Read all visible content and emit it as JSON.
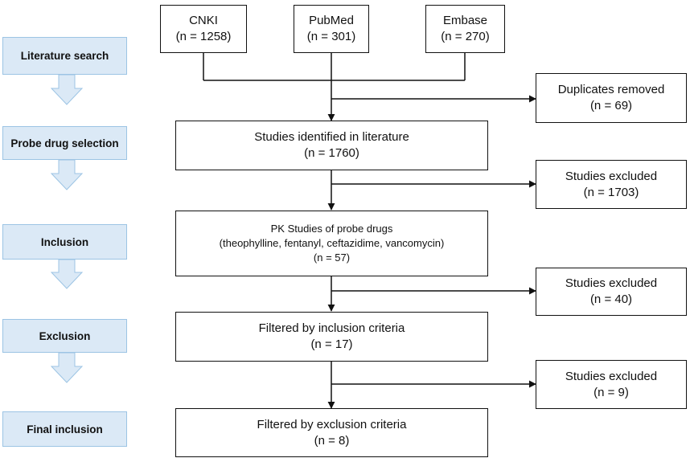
{
  "sources": [
    {
      "name": "CNKI",
      "count": "(n = 1258)"
    },
    {
      "name": "PubMed",
      "count": "(n = 301)"
    },
    {
      "name": "Embase",
      "count": "(n = 270)"
    }
  ],
  "stages": [
    {
      "label": "Literature search"
    },
    {
      "label": "Probe drug selection"
    },
    {
      "label": "Inclusion"
    },
    {
      "label": "Exclusion"
    },
    {
      "label": "Final inclusion"
    }
  ],
  "main_steps": [
    {
      "lines": [
        "Studies identified in literature",
        "(n = 1760)"
      ]
    },
    {
      "lines": [
        "PK Studies of probe drugs",
        "(theophylline, fentanyl, ceftazidime, vancomycin)",
        "(n = 57)"
      ]
    },
    {
      "lines": [
        "Filtered by inclusion criteria",
        "(n = 17)"
      ]
    },
    {
      "lines": [
        "Filtered by exclusion criteria",
        "(n = 8)"
      ]
    }
  ],
  "exclusions": [
    {
      "label": "Duplicates removed",
      "count": "(n = 69)"
    },
    {
      "label": "Studies excluded",
      "count": "(n = 1703)"
    },
    {
      "label": "Studies excluded",
      "count": "(n = 40)"
    },
    {
      "label": "Studies excluded",
      "count": "(n = 9)"
    }
  ],
  "colors": {
    "stage_fill": "#dbe9f6",
    "stage_border": "#9cc4e4",
    "line": "#111111"
  }
}
